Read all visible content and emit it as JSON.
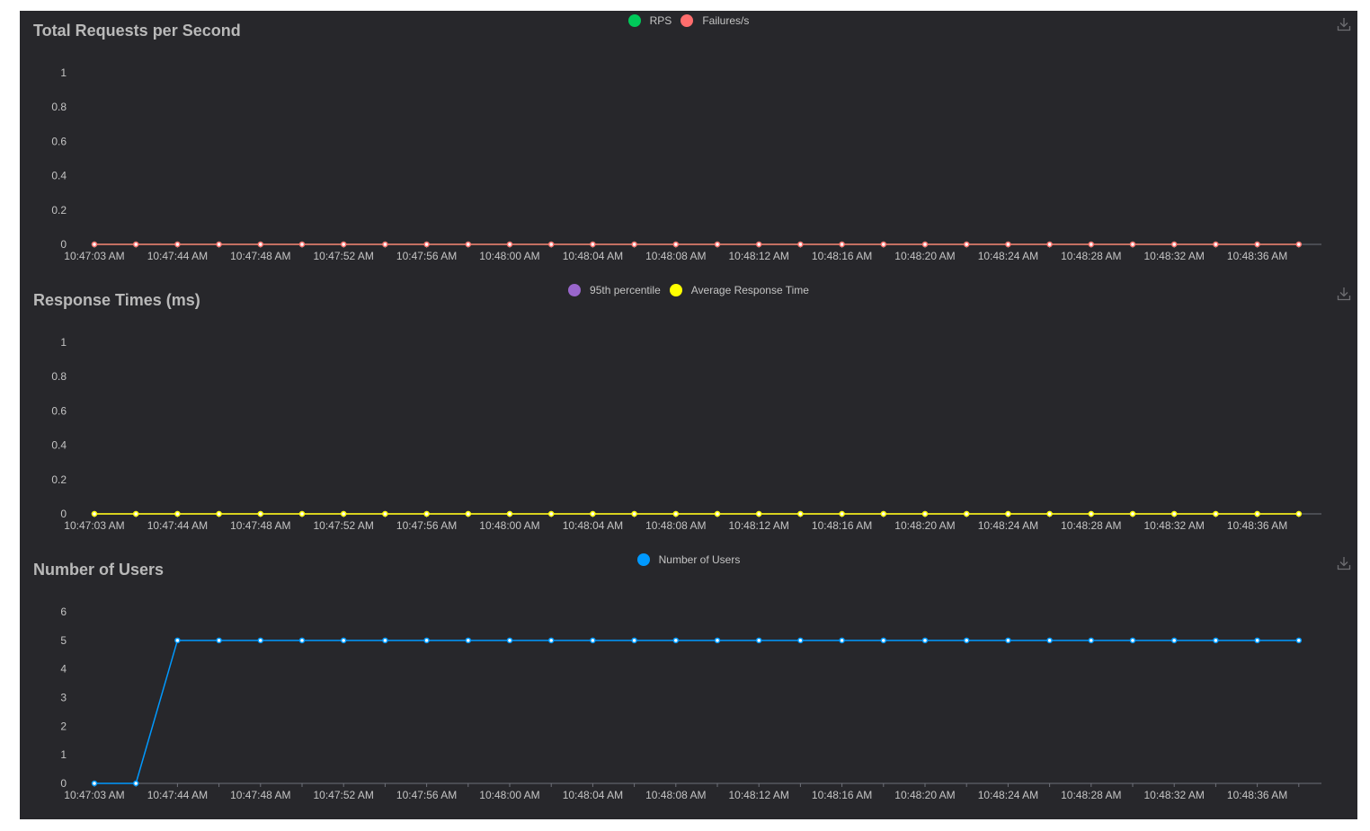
{
  "colors": {
    "background": "#27272b",
    "axis": "#6e7079",
    "tick_text": "#c4c4c4",
    "title": "#b9b9b9"
  },
  "icons": {
    "download": "download-icon"
  },
  "chart_data": [
    {
      "type": "line",
      "title": "Total Requests per Second",
      "x_ticks": [
        "10:47:03 AM",
        "10:47:44 AM",
        "10:47:48 AM",
        "10:47:52 AM",
        "10:47:56 AM",
        "10:48:00 AM",
        "10:48:04 AM",
        "10:48:08 AM",
        "10:48:12 AM",
        "10:48:16 AM",
        "10:48:20 AM",
        "10:48:24 AM",
        "10:48:28 AM",
        "10:48:32 AM",
        "10:48:36 AM"
      ],
      "y_ticks": [
        "0",
        "0.2",
        "0.4",
        "0.6",
        "0.8",
        "1"
      ],
      "ylim": [
        0,
        1
      ],
      "series": [
        {
          "name": "RPS",
          "color": "#00ca5a",
          "values": [
            0,
            0,
            0,
            0,
            0,
            0,
            0,
            0,
            0,
            0,
            0,
            0,
            0,
            0,
            0,
            0,
            0,
            0,
            0,
            0,
            0,
            0,
            0,
            0,
            0,
            0,
            0,
            0,
            0,
            0
          ]
        },
        {
          "name": "Failures/s",
          "color": "#ff6d6d",
          "values": [
            0,
            0,
            0,
            0,
            0,
            0,
            0,
            0,
            0,
            0,
            0,
            0,
            0,
            0,
            0,
            0,
            0,
            0,
            0,
            0,
            0,
            0,
            0,
            0,
            0,
            0,
            0,
            0,
            0,
            0
          ]
        }
      ]
    },
    {
      "type": "line",
      "title": "Response Times (ms)",
      "x_ticks": [
        "10:47:03 AM",
        "10:47:44 AM",
        "10:47:48 AM",
        "10:47:52 AM",
        "10:47:56 AM",
        "10:48:00 AM",
        "10:48:04 AM",
        "10:48:08 AM",
        "10:48:12 AM",
        "10:48:16 AM",
        "10:48:20 AM",
        "10:48:24 AM",
        "10:48:28 AM",
        "10:48:32 AM",
        "10:48:36 AM"
      ],
      "y_ticks": [
        "0",
        "0.2",
        "0.4",
        "0.6",
        "0.8",
        "1"
      ],
      "ylim": [
        0,
        1
      ],
      "series": [
        {
          "name": "95th percentile",
          "color": "#9966cc",
          "values": [
            0,
            0,
            0,
            0,
            0,
            0,
            0,
            0,
            0,
            0,
            0,
            0,
            0,
            0,
            0,
            0,
            0,
            0,
            0,
            0,
            0,
            0,
            0,
            0,
            0,
            0,
            0,
            0,
            0,
            0
          ]
        },
        {
          "name": "Average Response Time",
          "color": "#ffff00",
          "values": [
            0,
            0,
            0,
            0,
            0,
            0,
            0,
            0,
            0,
            0,
            0,
            0,
            0,
            0,
            0,
            0,
            0,
            0,
            0,
            0,
            0,
            0,
            0,
            0,
            0,
            0,
            0,
            0,
            0,
            0
          ]
        }
      ]
    },
    {
      "type": "line",
      "title": "Number of Users",
      "x_ticks": [
        "10:47:03 AM",
        "10:47:44 AM",
        "10:47:48 AM",
        "10:47:52 AM",
        "10:47:56 AM",
        "10:48:00 AM",
        "10:48:04 AM",
        "10:48:08 AM",
        "10:48:12 AM",
        "10:48:16 AM",
        "10:48:20 AM",
        "10:48:24 AM",
        "10:48:28 AM",
        "10:48:32 AM",
        "10:48:36 AM"
      ],
      "y_ticks": [
        "0",
        "1",
        "2",
        "3",
        "4",
        "5",
        "6"
      ],
      "ylim": [
        0,
        6
      ],
      "series": [
        {
          "name": "Number of Users",
          "color": "#0099ff",
          "values": [
            0,
            0,
            5,
            5,
            5,
            5,
            5,
            5,
            5,
            5,
            5,
            5,
            5,
            5,
            5,
            5,
            5,
            5,
            5,
            5,
            5,
            5,
            5,
            5,
            5,
            5,
            5,
            5,
            5,
            5
          ]
        }
      ]
    }
  ]
}
